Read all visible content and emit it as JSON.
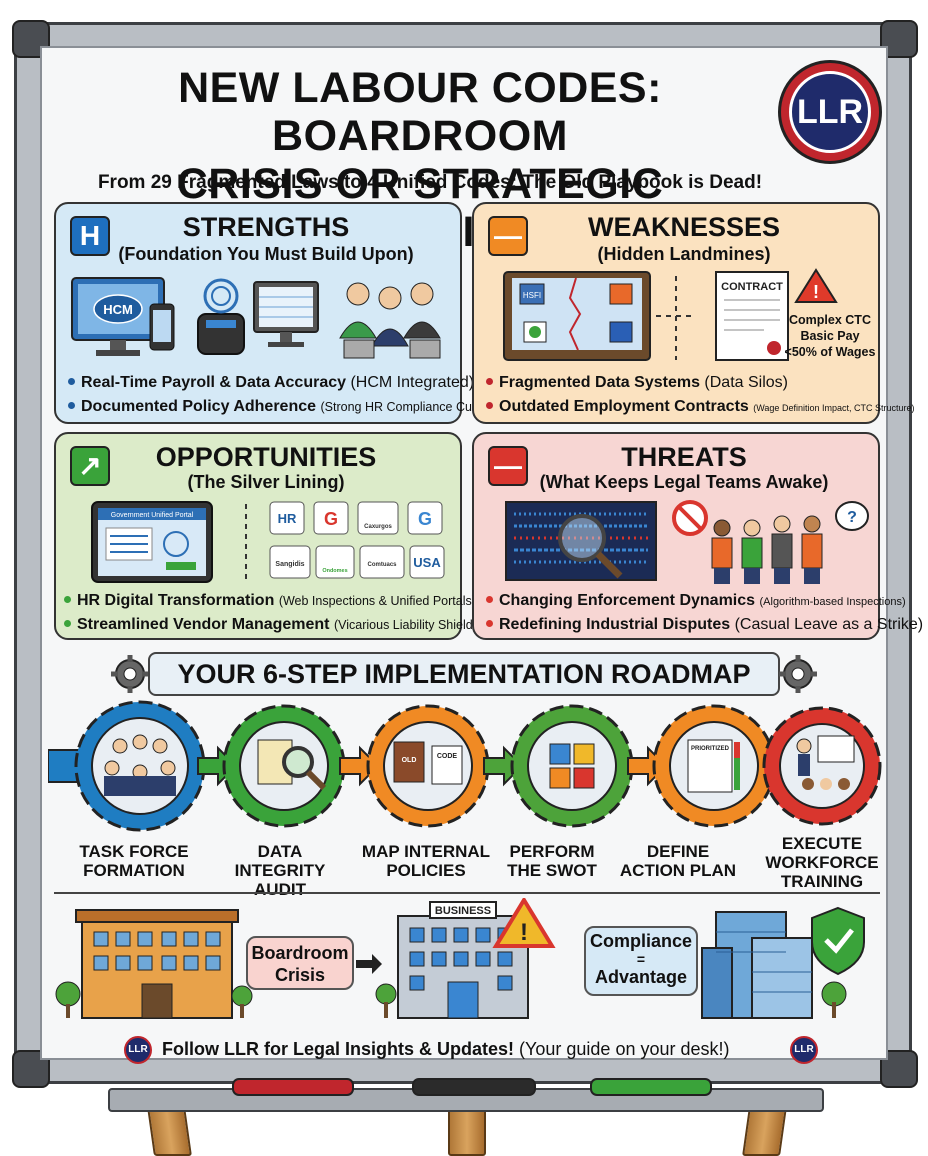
{
  "header": {
    "title_line1": "NEW LABOUR CODES: BOARDROOM",
    "title_line2": "CRISIS OR STRATEGIC TRANSITION?",
    "subtitle": "From 29 Fragmented Laws to 4 Unified Codes: The Old Playbook is Dead!",
    "logo_text": "LLR"
  },
  "swot": {
    "strengths": {
      "icon": "H",
      "title": "STRENGTHS",
      "subtitle": "(Foundation You Must Build Upon)",
      "illustration_label": "HCM",
      "bullets": [
        {
          "bold": "Real-Time Payroll & Data Accuracy",
          "note": "(HCM Integrated)"
        },
        {
          "bold": "Documented Policy Adherence",
          "note": "(Strong HR Compliance Culture)"
        }
      ],
      "color": "#d5e9f6"
    },
    "weaknesses": {
      "icon": "—",
      "title": "WEAKNESSES",
      "subtitle": "(Hidden Landmines)",
      "contract_label": "CONTRACT",
      "app_label": "HSFI",
      "note_lines": [
        "Complex CTC",
        "Basic Pay",
        "<50% of Wages"
      ],
      "bullets": [
        {
          "bold": "Fragmented Data Systems",
          "note": "(Data Silos)"
        },
        {
          "bold": "Outdated Employment Contracts",
          "note": "(Wage Definition Impact, CTC Structure)"
        }
      ],
      "color": "#fbe2c0"
    },
    "opportunities": {
      "icon": "↗",
      "title": "OPPORTUNITIES",
      "subtitle": "(The Silver Lining)",
      "portal_label": "Government Unified Portal",
      "vendor_labels": [
        "HR",
        "G",
        "Caxurgos",
        "G",
        "Sangidis",
        "Ondomes",
        "Comtuacs",
        "USA"
      ],
      "bullets": [
        {
          "bold": "HR Digital Transformation",
          "note": "(Web Inspections & Unified Portals)"
        },
        {
          "bold": "Streamlined Vendor Management",
          "note": "(Vicarious Liability Shield)"
        }
      ],
      "color": "#dcebc9"
    },
    "threats": {
      "icon": "—",
      "title": "THREATS",
      "subtitle": "(What Keeps Legal Teams Awake)",
      "bullets": [
        {
          "bold": "Changing Enforcement Dynamics",
          "note": "(Algorithm-based Inspections)"
        },
        {
          "bold": "Redefining Industrial Disputes",
          "note": "(Casual Leave as a Strike)"
        }
      ],
      "color": "#f7d6d3"
    }
  },
  "roadmap": {
    "title": "YOUR 6-STEP IMPLEMENTATION ROADMAP",
    "steps": [
      {
        "line1": "TASK FORCE",
        "line2": "FORMATION",
        "line3": "",
        "color": "#1f7dc2"
      },
      {
        "line1": "DATA",
        "line2": "INTEGRITY AUDIT",
        "line3": "",
        "color": "#3aa33a"
      },
      {
        "line1": "MAP INTERNAL",
        "line2": "POLICIES",
        "line3": "",
        "color": "#f08a24"
      },
      {
        "line1": "PERFORM",
        "line2": "THE SWOT",
        "line3": "",
        "color": "#4da33a"
      },
      {
        "line1": "DEFINE",
        "line2": "ACTION PLAN",
        "line3": "",
        "color": "#f08a24"
      },
      {
        "line1": "EXECUTE",
        "line2": "WORKFORCE",
        "line3": "TRAINING",
        "color": "#d9362e"
      }
    ],
    "illus": {
      "old_label": "OLD",
      "code_label": "CODE",
      "prioritized_label": "PRIORITIZED"
    }
  },
  "transition": {
    "crisis_line1": "Boardroom",
    "crisis_line2": "Crisis",
    "business_label": "BUSINESS",
    "advantage_line1": "Compliance",
    "advantage_line2": "=",
    "advantage_line3": "Advantage"
  },
  "footer": {
    "logo_text": "LLR",
    "bold_text": "Follow LLR for Legal Insights & Updates!",
    "note_text": "(Your guide on your desk!)"
  }
}
